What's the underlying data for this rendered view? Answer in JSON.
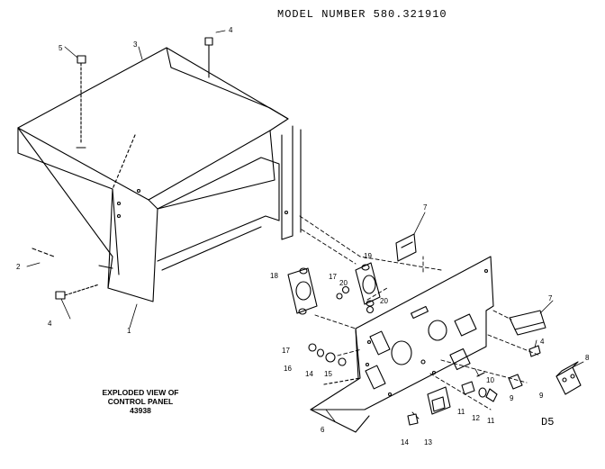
{
  "title": "MODEL NUMBER 580.321910",
  "caption": {
    "line1": "EXPLODED VIEW OF",
    "line2": "CONTROL PANEL",
    "line3": "43938"
  },
  "figure_code": "D5",
  "callouts": {
    "c1": "1",
    "c2": "2",
    "c3": "3",
    "c4a": "4",
    "c4b": "4",
    "c4c": "4",
    "c5": "5",
    "c6": "6",
    "c7a": "7",
    "c7b": "7",
    "c8": "8",
    "c9a": "9",
    "c9b": "9",
    "c10": "10",
    "c11a": "11",
    "c11b": "11",
    "c12": "12",
    "c13": "13",
    "c14a": "14",
    "c14b": "14",
    "c15": "15",
    "c16": "16",
    "c17a": "17",
    "c17b": "17",
    "c18": "18",
    "c19": "19",
    "c20a": "20",
    "c20b": "20"
  }
}
